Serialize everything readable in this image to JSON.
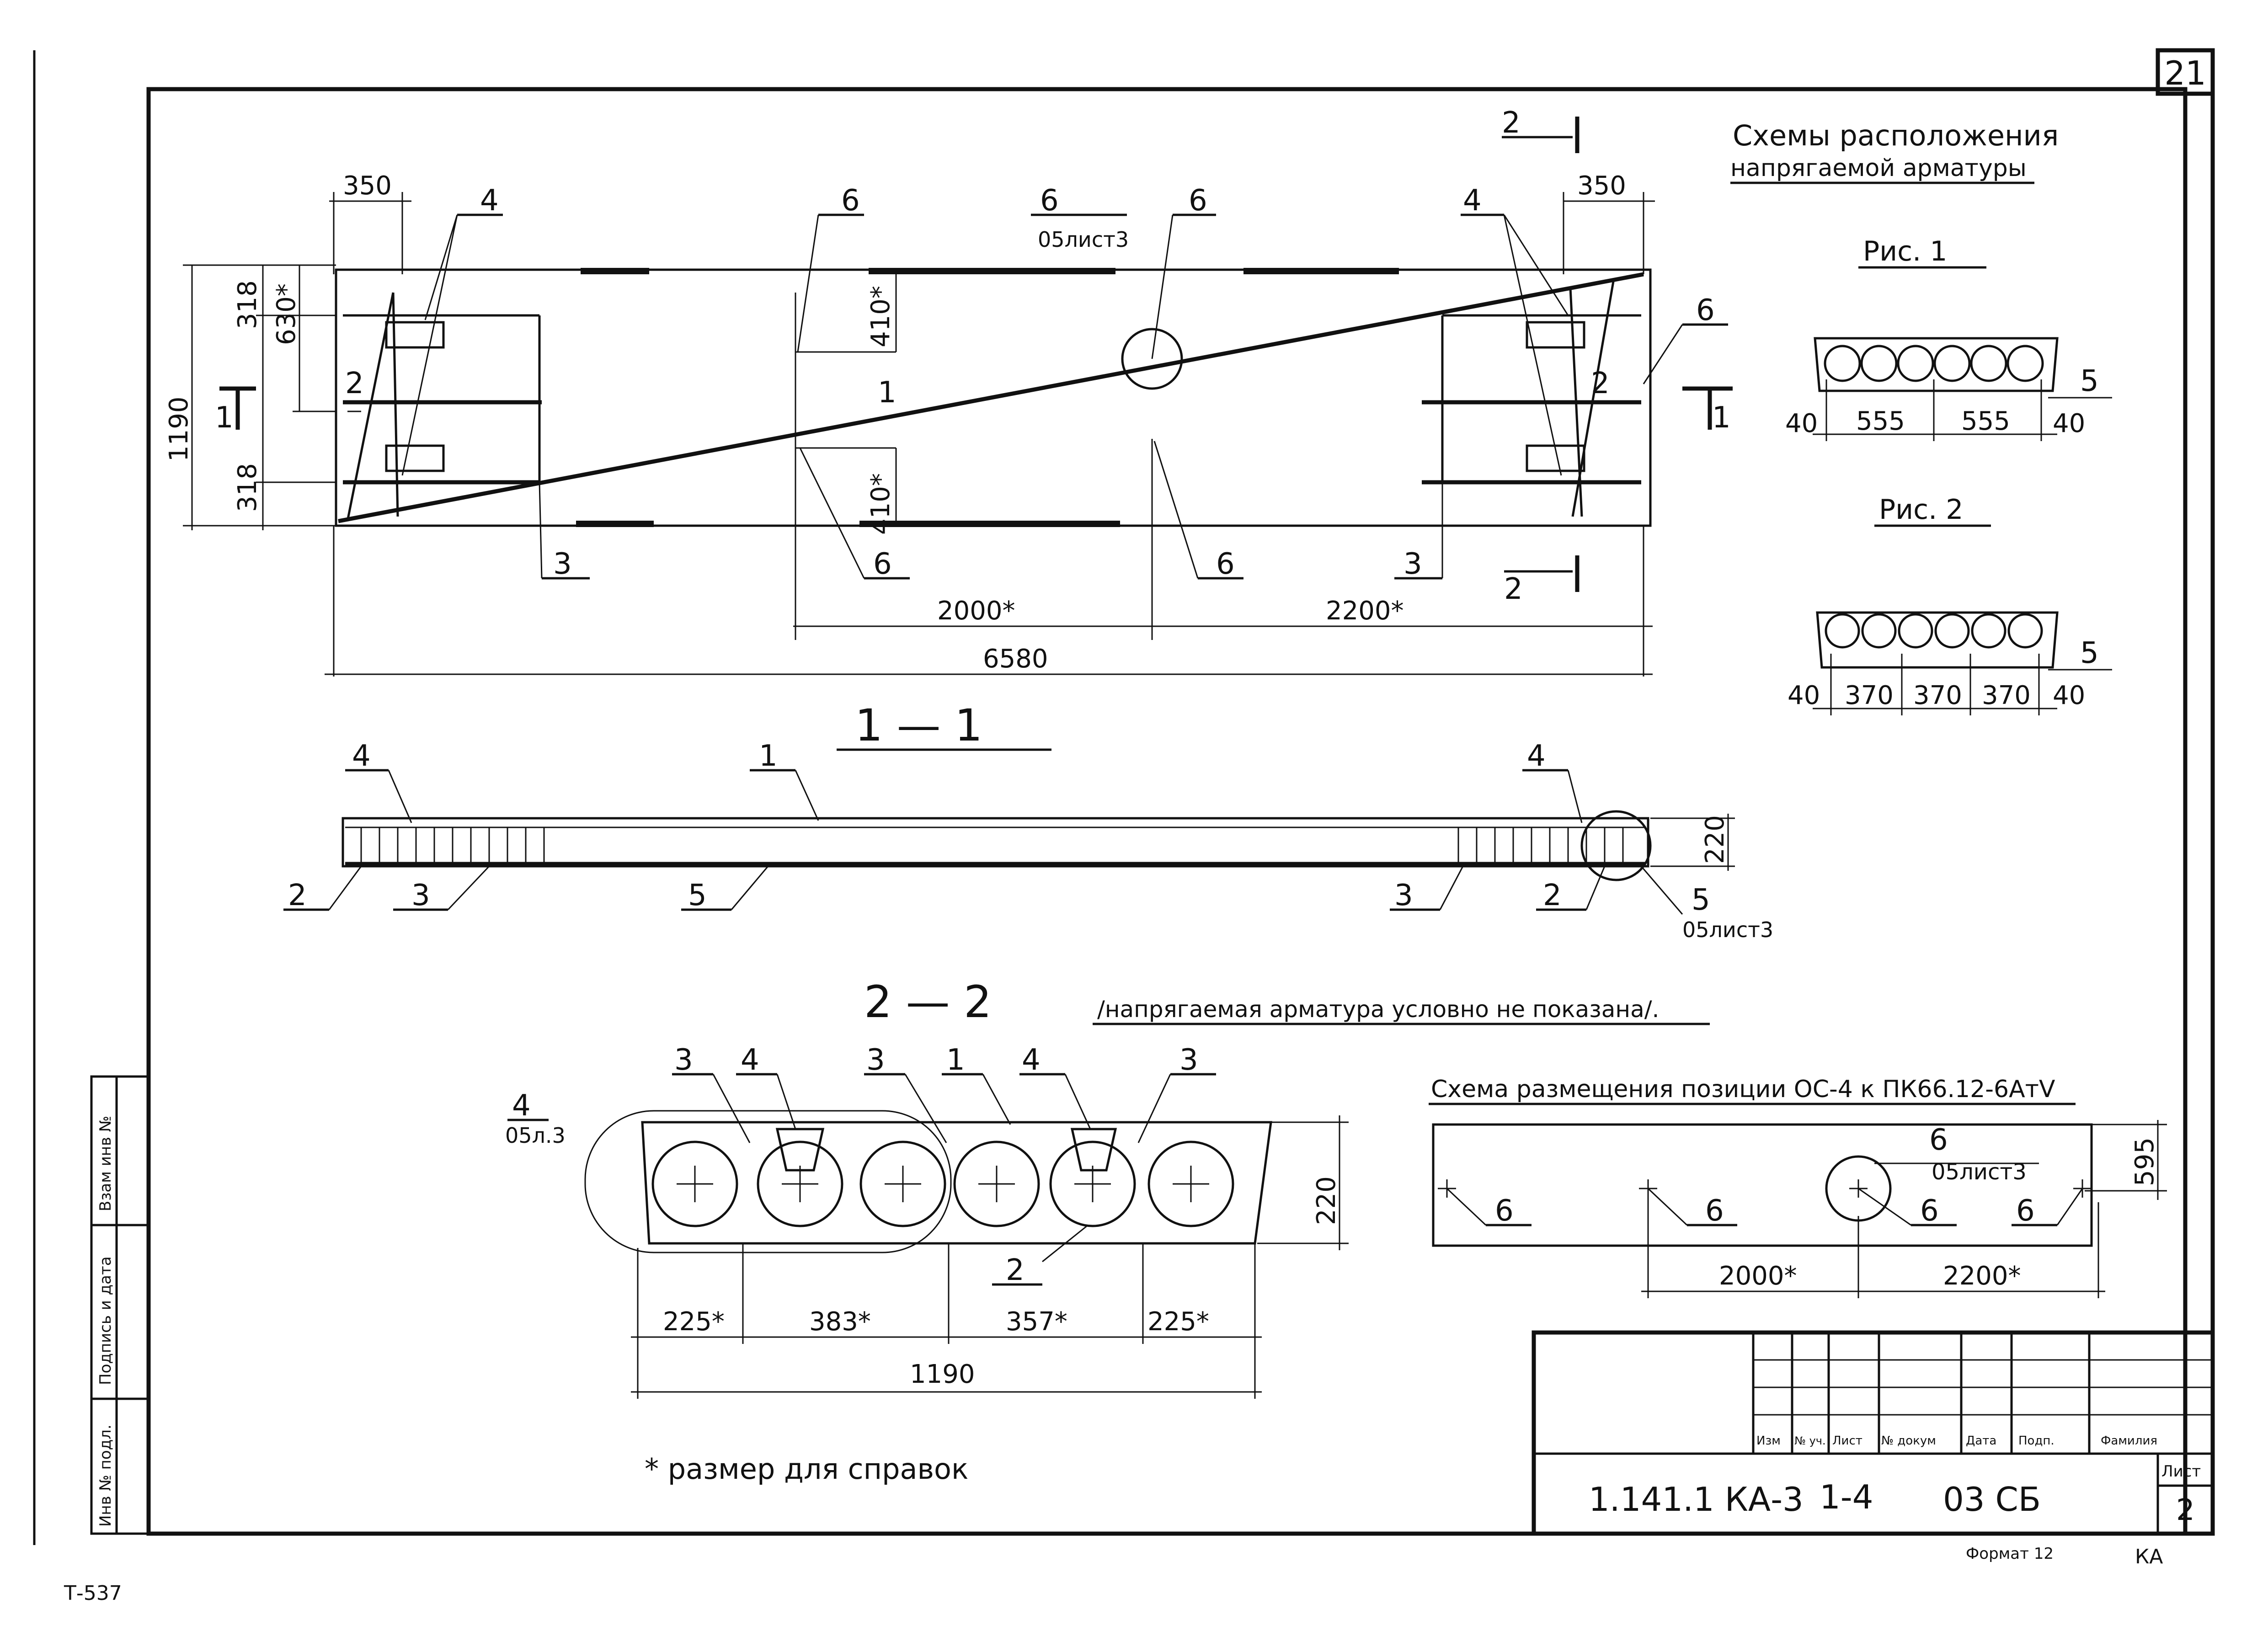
{
  "sheet": {
    "corner_number": "21",
    "sheet_label": "Лист",
    "sheet_number": "2",
    "code": "1.141.1 КА-3",
    "series": "1-4",
    "doc": "03 СБ",
    "format": "Формат 12",
    "stamp_ka": "КА",
    "inventory": "Т-537",
    "title_headers": [
      "Изм",
      "№ уч.",
      "Лист",
      "№ докум",
      "Дата",
      "Подп.",
      "Фамилия"
    ],
    "side_stamp": [
      "Взам инв №",
      "Подпись и дата",
      "Инв № подл."
    ]
  },
  "plan": {
    "dims": {
      "d350": "350",
      "d630": "630*",
      "d318": "318",
      "d1190": "1190",
      "d410": "410*",
      "d2000": "2000*",
      "d2200": "2200*",
      "d6580": "6580"
    },
    "labels": {
      "p1": "1",
      "p2": "2",
      "p3": "3",
      "p4": "4",
      "p6": "6",
      "ref": "05лист3"
    },
    "cut1": "1",
    "cut2": "2"
  },
  "schemes": {
    "title_line1": "Схемы расположения",
    "title_line2": "напрягаемой арматуры",
    "fig1": {
      "title": "Рис. 1",
      "dims": [
        "40",
        "555",
        "555",
        "40"
      ],
      "label": "5"
    },
    "fig2": {
      "title": "Рис. 2",
      "dims": [
        "40",
        "370",
        "370",
        "370",
        "40"
      ],
      "label": "5"
    }
  },
  "section11": {
    "title": "1 — 1",
    "height": "220",
    "labels": [
      "4",
      "1",
      "4",
      "2",
      "3",
      "5",
      "3",
      "2",
      "5"
    ],
    "ref": "05лист3"
  },
  "section22": {
    "title": "2 — 2",
    "note": "/напрягаемая арматура условно не показана/.",
    "labels_top": [
      "3",
      "4",
      "3",
      "1",
      "4",
      "3"
    ],
    "label_bottom": "2",
    "ref_label": "4",
    "ref": "05л.3",
    "height": "220",
    "dims": [
      "225*",
      "383*",
      "357*",
      "225*"
    ],
    "total": "1190"
  },
  "oc4": {
    "title": "Схема размещения позиции ОС-4 к ПК66.12-6АтⅤ",
    "label": "6",
    "ref": "05лист3",
    "dim_h": "595",
    "dims": [
      "2000*",
      "2200*"
    ]
  },
  "note": "* размер для справок"
}
